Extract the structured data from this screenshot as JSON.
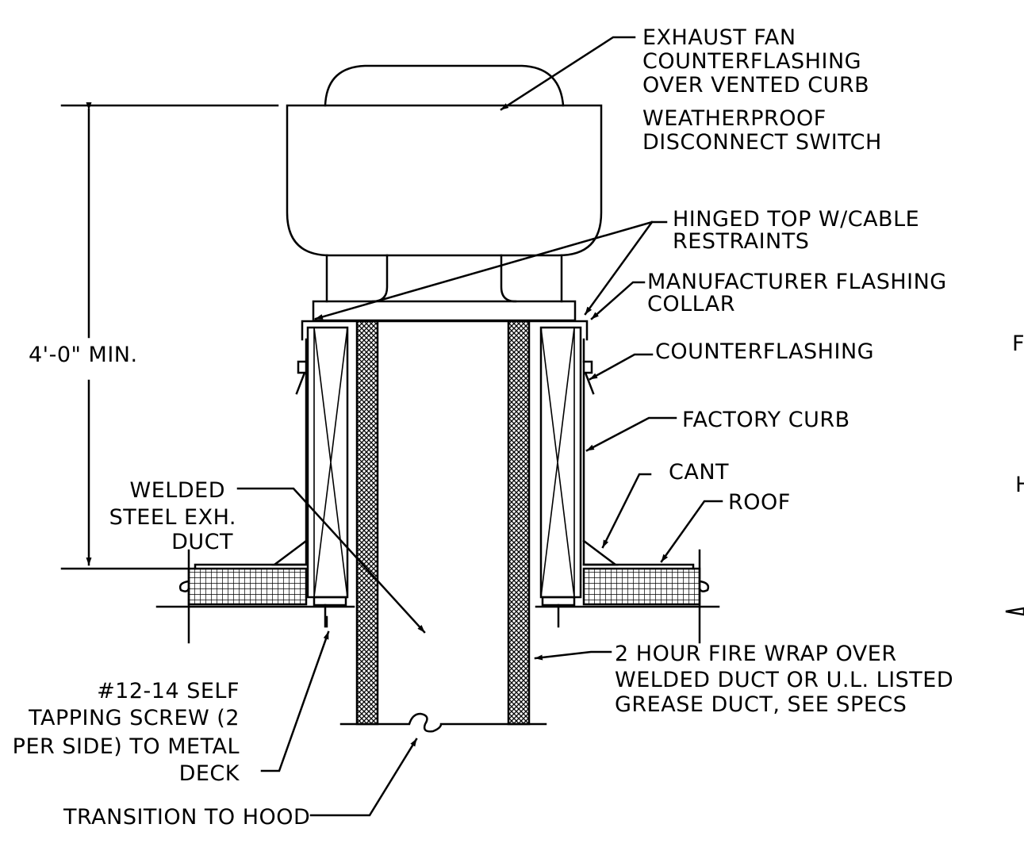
{
  "labels": {
    "exhaust_fan": [
      "EXHAUST FAN",
      "COUNTERFLASHING",
      "OVER VENTED CURB"
    ],
    "disconnect": [
      "WEATHERPROOF",
      "DISCONNECT SWITCH"
    ],
    "hinged_top": [
      "HINGED TOP W/CABLE",
      "RESTRAINTS"
    ],
    "mfr_flashing": [
      "MANUFACTURER FLASHING",
      "COLLAR"
    ],
    "counterflashing": "COUNTERFLASHING",
    "factory_curb": "FACTORY CURB",
    "cant": "CANT",
    "roof": "ROOF",
    "dimension": "4'-0\" MIN.",
    "welded_duct": [
      "WELDED",
      "STEEL EXH.",
      "DUCT"
    ],
    "screw": [
      "#12-14 SELF",
      "TAPPING SCREW (2",
      "PER SIDE) TO METAL",
      "DECK"
    ],
    "fire_wrap": [
      "2 HOUR FIRE WRAP OVER",
      "WELDED DUCT OR U.L. LISTED",
      "GREASE DUCT, SEE SPECS"
    ],
    "transition": "TRANSITION TO HOOD",
    "edge_f": "F",
    "edge_h": "H"
  }
}
